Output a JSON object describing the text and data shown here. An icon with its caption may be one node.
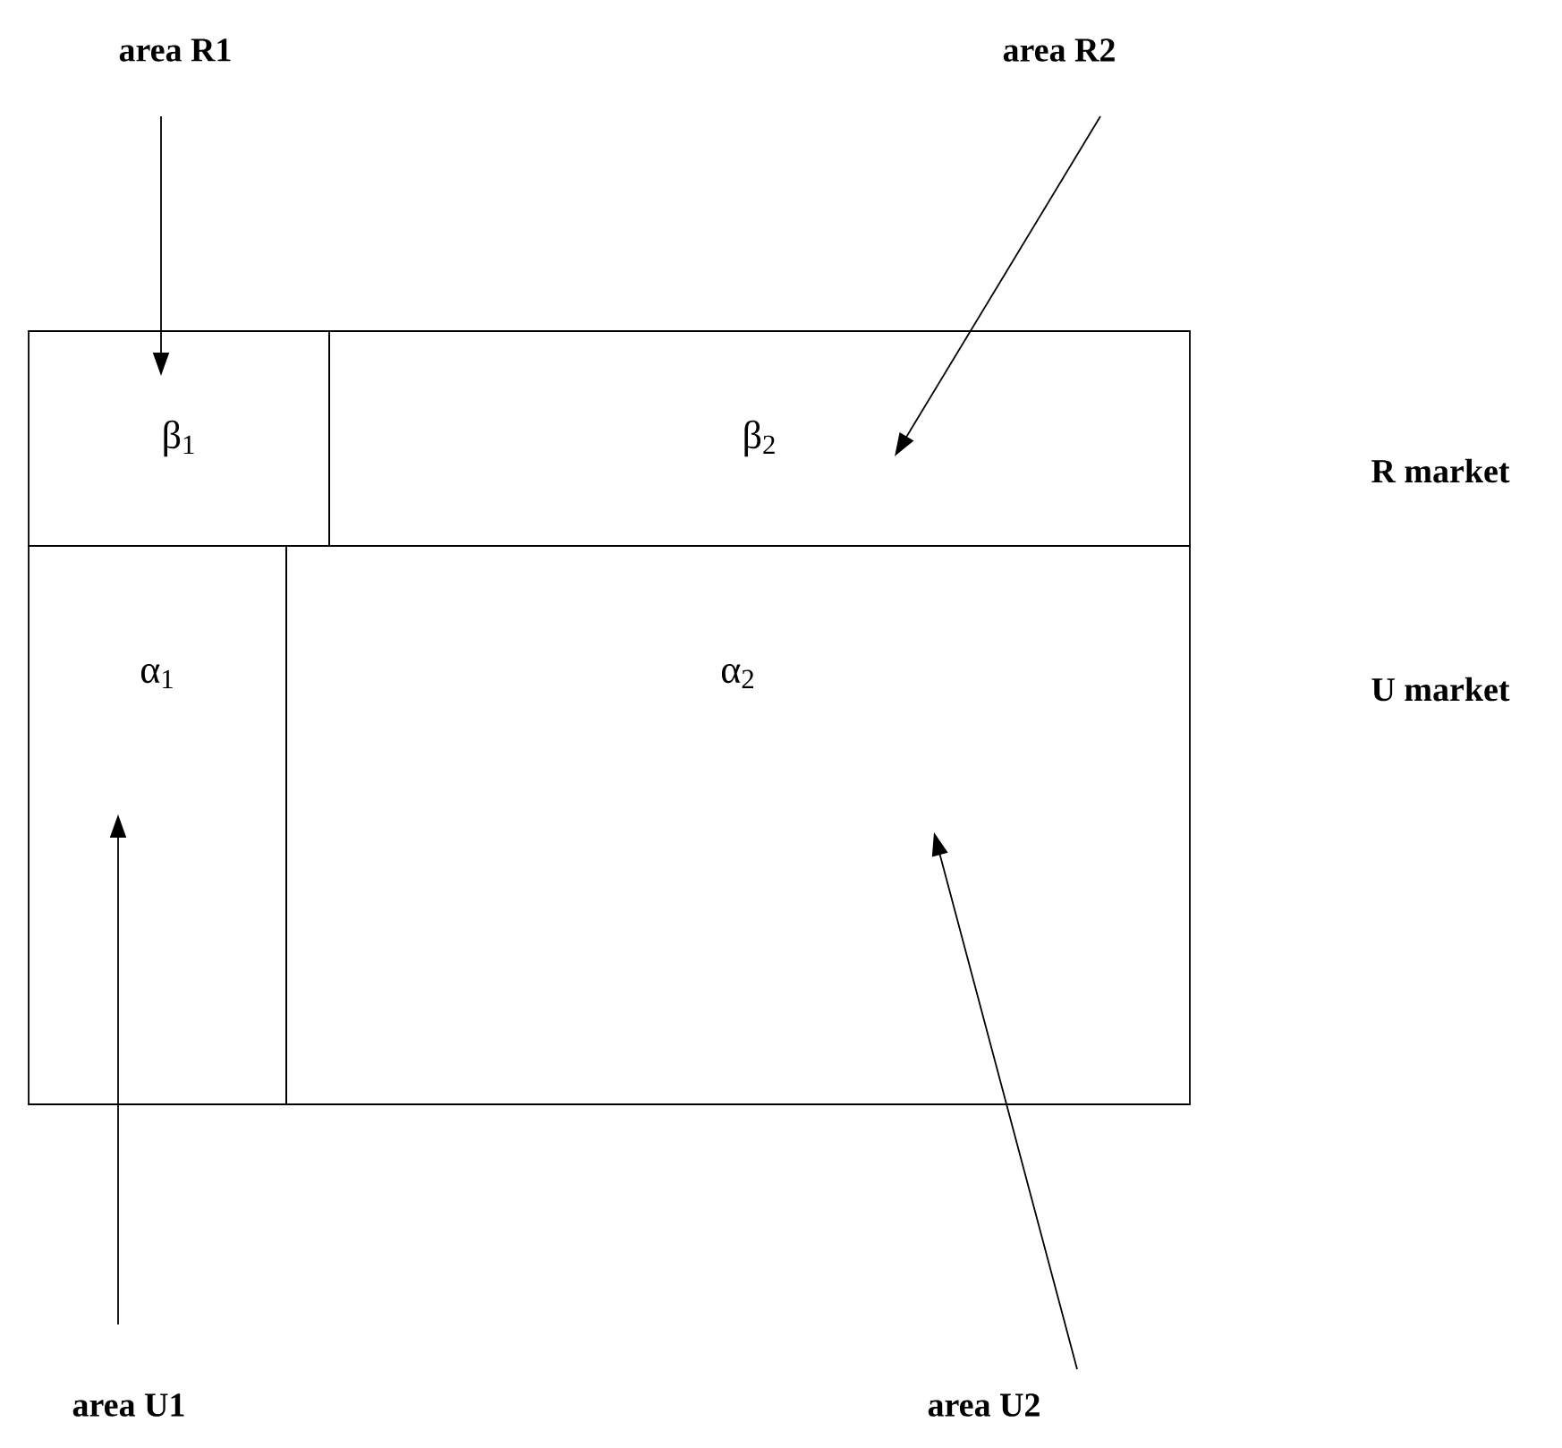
{
  "diagram": {
    "nodes": [
      {
        "text": [
          "β$_{1}$"
        ]
      },
      {
        "text": [
          "β$_{2}$"
        ]
      },
      {
        "text": [
          "α$_{1}$"
        ]
      },
      {
        "text": [
          "α$_{2}$"
        ]
      },
      {
        "text": [
          "area R1"
        ]
      },
      {
        "text": [
          "area R2"
        ]
      },
      {
        "text": [
          "area U1"
        ]
      },
      {
        "text": [
          "area U2"
        ]
      }
    ],
    "edges": [
      {
        "from": 4,
        "to": 0,
        "arrow": "to"
      },
      {
        "from": 5,
        "to": 1,
        "arrow": "to"
      },
      {
        "from": 6,
        "to": 2,
        "arrow": "to"
      },
      {
        "from": 7,
        "to": 3,
        "arrow": "to"
      }
    ],
    "labels": [
      "R market",
      "U market"
    ]
  }
}
